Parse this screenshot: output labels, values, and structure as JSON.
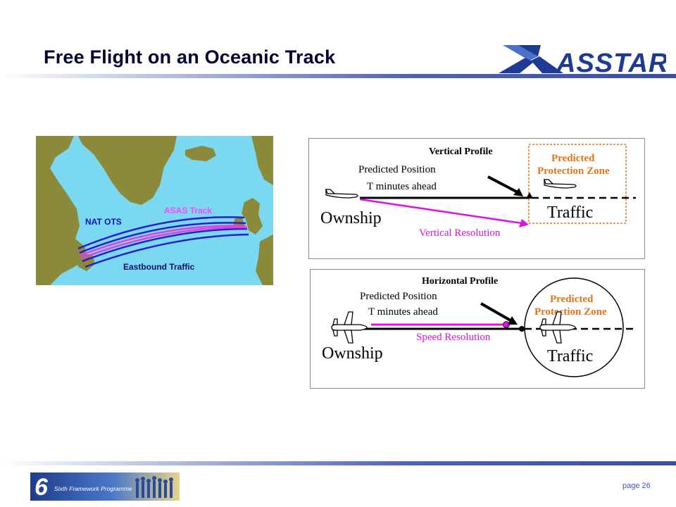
{
  "slide": {
    "title": "Free Flight on an Oceanic Track",
    "page_label": "page 26"
  },
  "logo": {
    "text": "ASSTAR",
    "color": "#1f3a93"
  },
  "map": {
    "labels": {
      "asas_track": "ASAS Track",
      "nat_ots": "NAT OTS",
      "eastbound": "Eastbound Traffic"
    },
    "colors": {
      "sea": "#7ad9f0",
      "land": "#8a8a3a",
      "track": "#2a1ec8",
      "asas": "#e040e0"
    }
  },
  "vertical_profile": {
    "title": "Vertical Profile",
    "predicted_position_line1": "Predicted Position",
    "predicted_position_line2": "T minutes ahead",
    "zone_line1": "Predicted",
    "zone_line2": "Protection Zone",
    "ownship": "Ownship",
    "traffic": "Traffic",
    "resolution": "Vertical Resolution"
  },
  "horizontal_profile": {
    "title": "Horizontal Profile",
    "predicted_position_line1": "Predicted Position",
    "predicted_position_line2": "T minutes ahead",
    "zone_line1": "Predicted",
    "zone_line2": "Protection Zone",
    "ownship": "Ownship",
    "traffic": "Traffic",
    "resolution": "Speed Resolution"
  },
  "footer": {
    "programme": "Sixth Framework Programme"
  },
  "colors": {
    "title": "#000033",
    "zone_text": "#e8731a",
    "resolution": "#e010e0",
    "rule": "#3a4ea8"
  }
}
